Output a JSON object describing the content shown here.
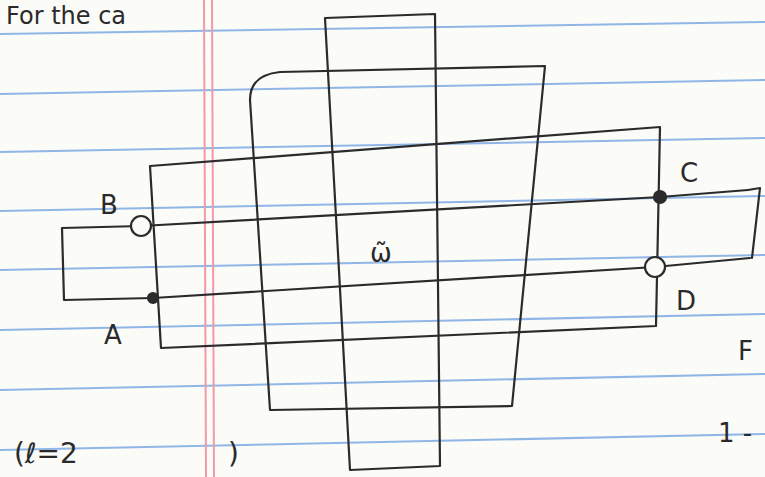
{
  "diagram": {
    "labels": [
      "For the ca",
      "B",
      "A",
      "C",
      "D",
      "ω̃",
      "(ℓ=2",
      ")",
      "F",
      "1 -"
    ]
  }
}
